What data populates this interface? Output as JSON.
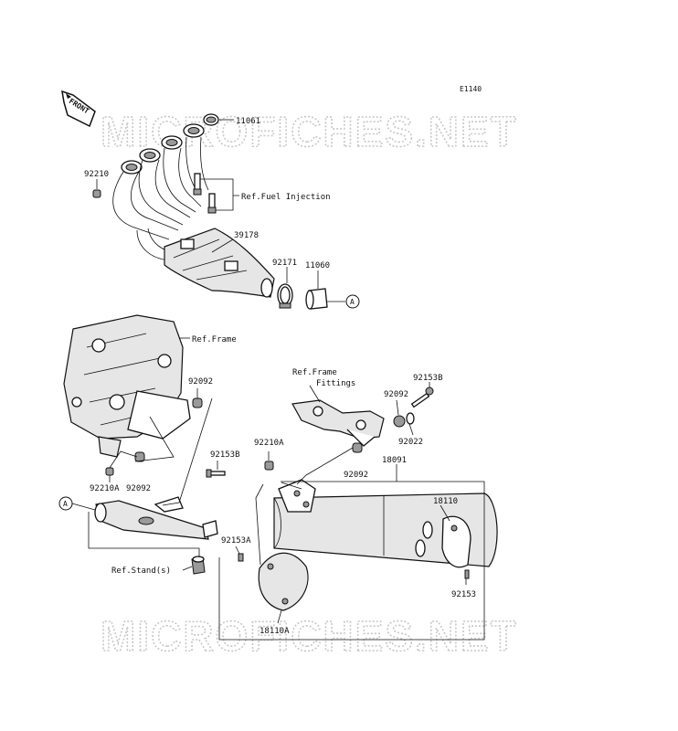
{
  "diagram_code": "E1140",
  "watermark": "MICROFICHES.NET",
  "front_label": "FRONT",
  "callout_letter": "A",
  "parts": {
    "p11061": "11061",
    "p92210": "92210",
    "ref_fuel_injection": "Ref.Fuel Injection",
    "p39178": "39178",
    "p92171": "92171",
    "p11060": "11060",
    "ref_frame": "Ref.Frame",
    "p92092_a": "92092",
    "ref_frame_fittings_1": "Ref.Frame",
    "ref_frame_fittings_2": "Fittings",
    "p92153b_a": "92153B",
    "p92092_b": "92092",
    "p92022": "92022",
    "p92210a_a": "92210A",
    "p92153b_b": "92153B",
    "p18091": "18091",
    "p92092_c": "92092",
    "p92210a_b": "92210A",
    "p92092_d": "92092",
    "p18110": "18110",
    "p92153a": "92153A",
    "ref_stand": "Ref.Stand(s)",
    "p92153": "92153",
    "p18110a": "18110A"
  }
}
